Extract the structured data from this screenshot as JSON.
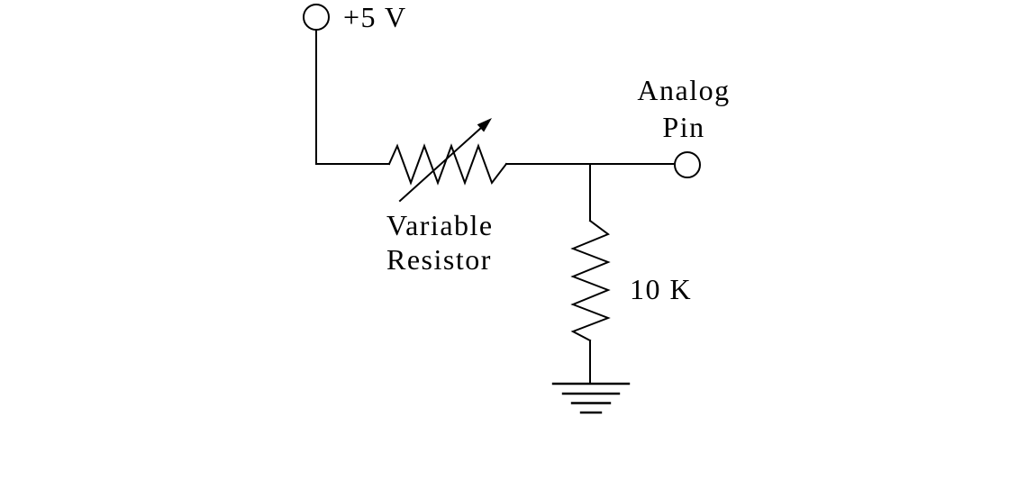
{
  "colors": {
    "background": "#ffffff",
    "line": "#000000",
    "text": "#000000"
  },
  "labels": {
    "supply": "+5 V",
    "analog_pin_line1": "Analog",
    "analog_pin_line2": "Pin",
    "variable_resistor_line1": "Variable",
    "variable_resistor_line2": "Resistor",
    "fixed_resistor_value": "10 K"
  },
  "components": [
    {
      "name": "supply-terminal",
      "kind": "terminal",
      "label": "+5 V"
    },
    {
      "name": "variable-resistor",
      "kind": "variable-resistor",
      "label": "Variable Resistor"
    },
    {
      "name": "analog-pin-terminal",
      "kind": "terminal",
      "label": "Analog Pin"
    },
    {
      "name": "fixed-resistor",
      "kind": "resistor",
      "label": "10 K"
    },
    {
      "name": "ground",
      "kind": "ground-symbol",
      "label": ""
    }
  ]
}
